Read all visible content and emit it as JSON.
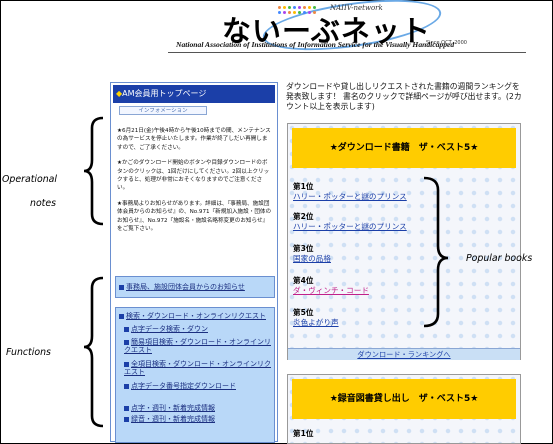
{
  "header": {
    "logo_net": "NAIIV-network",
    "title": "ないーぶネット",
    "since": "Since OCT. 2000",
    "subtitle": "National Association of Institutions of Information Service for the Visually Handicapped"
  },
  "sidebar": {
    "heading": "AM会員用トップページ",
    "heading_marker": "◆",
    "info_button": "インフォメーション",
    "notes": [
      "★6月21日(金)午後4時から午後10時までの間、メンテナンスの為サービスを停止いたします。作業が終了しだい再開しますので、ご了承ください。",
      "★かごのダウンロード開始のボタンや目録ダウンロードのボタンのクリックは、1回だけにしてください。2回以上クリックすると、処理が非常におそくなりますのでご注意ください。",
      "★事務局よりお知らせがあります。詳細は、『事務局、施設団体会員からのお知らせ』の、No.971『新規加入施設・団体のお知らせ』、No.972『施設名・施設名略称変更のお知らせ』をご覧下さい。"
    ],
    "box1_title": "事務局、施設団体会員からのお知らせ",
    "box2_title": "検索・ダウンロード・オンラインリクエスト",
    "functions": [
      "点字データ検索・ダウン",
      "簡易項目検索・ダウンロード・オンラインリクエスト",
      "全項目検索・ダウンロード・オンラインリクエスト",
      "点字データ番号指定ダウンロード",
      "点字・週刊・新着完成情報",
      "録音・週刊・新着完成情報"
    ]
  },
  "main": {
    "intro": "ダウンロードや貸し出しリクエストされた書籍の週間ランキングを発表致します！ 書名のクリックで詳細ページが呼び出せます。(2カウント以上を表示します)",
    "ranking1": {
      "title": "★ダウンロード書籍　ザ・ベスト5★",
      "items": [
        {
          "rank": "第1位",
          "book": "ハリー・ポッターと謎のプリンス"
        },
        {
          "rank": "第2位",
          "book": "ハリー・ポッターと謎のプリンス"
        },
        {
          "rank": "第3位",
          "book": "国家の品格"
        },
        {
          "rank": "第4位",
          "book": "ダ・ヴィンチ・コード"
        },
        {
          "rank": "第5位",
          "book": "炎色よがり声"
        }
      ],
      "more_link": "ダウンロード・ランキングへ"
    },
    "ranking2": {
      "title": "★録音図書貸し出し　ザ・ベスト5★",
      "first_rank": "第1位"
    }
  },
  "annotations": {
    "operational_1": "Operational",
    "operational_2": "notes",
    "functions": "Functions",
    "popular": "Popular books"
  },
  "colors": {
    "accent_blue": "#1b3fa8",
    "panel_blue": "#b9d8f8",
    "ranking_yellow": "#ffcc00",
    "visited_link": "#c0208a"
  }
}
